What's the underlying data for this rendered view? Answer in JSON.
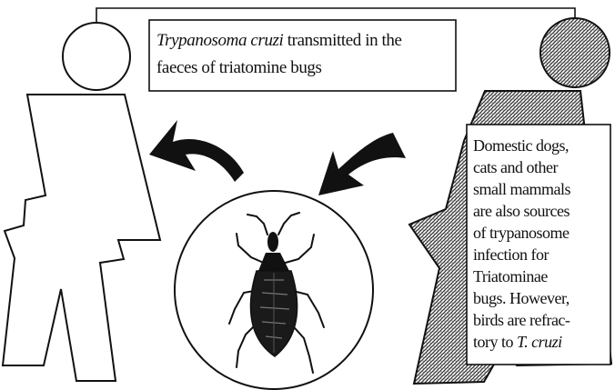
{
  "top_caption": {
    "line1_italic": "Trypanosoma cruzi",
    "line1_rest": " transmitted in the",
    "line2": "faeces of triatomine bugs"
  },
  "side_caption": {
    "lines": [
      "Domestic dogs,",
      "cats and other",
      "small mammals",
      "are also sources",
      "of trypanosome",
      "infection for",
      "Triatominae",
      "bugs. However,",
      "birds are refrac-"
    ],
    "last_line_prefix": "tory to ",
    "last_line_italic": "T. cruzi"
  },
  "figures": {
    "left_human": "human-figure-uninfected",
    "right_human": "human-figure-infected",
    "insect": "triatomine-bug"
  },
  "colors": {
    "line": "#111111",
    "arrow": "#111111",
    "hatch": "#555555",
    "background": "#ffffff"
  }
}
